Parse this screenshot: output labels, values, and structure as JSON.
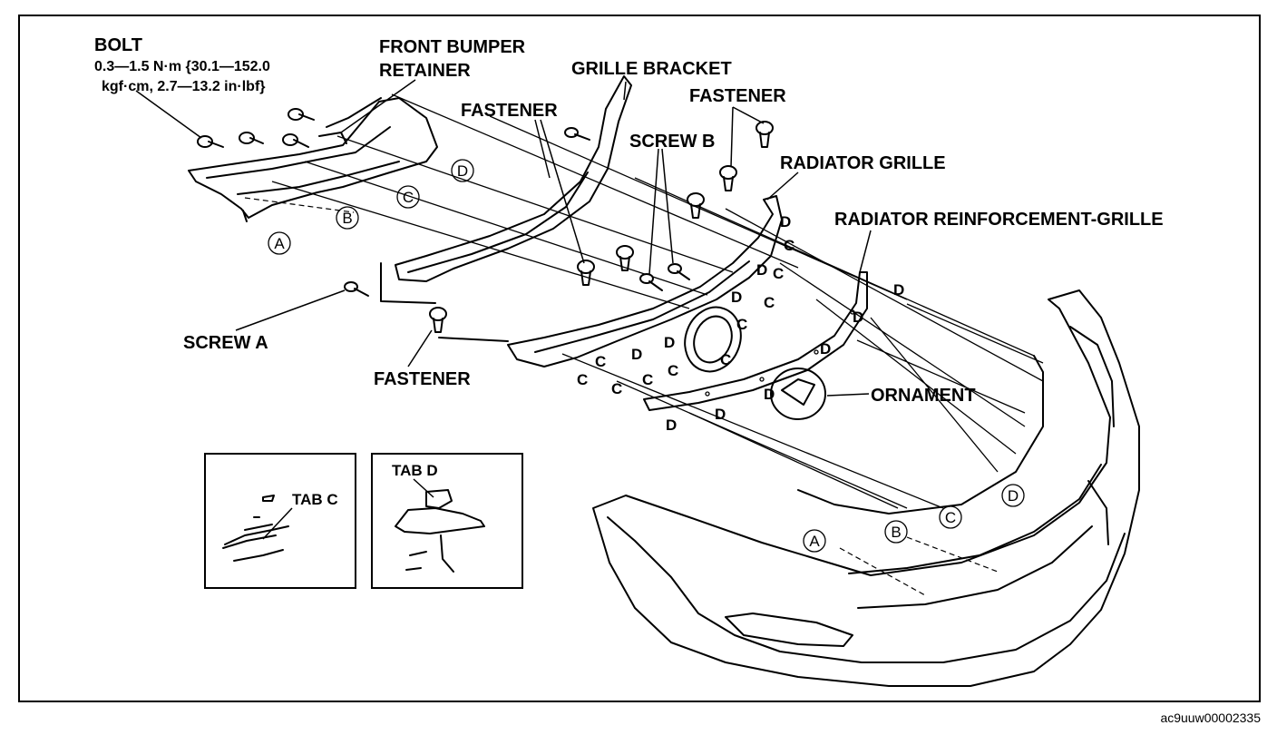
{
  "labels": {
    "bolt": "BOLT",
    "bolt_torque_1": "0.3—1.5 N·m {30.1—152.0",
    "bolt_torque_2": "kgf·cm, 2.7—13.2 in·lbf}",
    "front_bumper_retainer_1": "FRONT BUMPER",
    "front_bumper_retainer_2": "RETAINER",
    "grille_bracket": "GRILLE BRACKET",
    "fastener_center": "FASTENER",
    "fastener_top_right": "FASTENER",
    "fastener_bottom": "FASTENER",
    "screw_b": "SCREW B",
    "screw_a": "SCREW A",
    "radiator_grille": "RADIATOR GRILLE",
    "radiator_reinforcement_grille": "RADIATOR REINFORCEMENT-GRILLE",
    "ornament": "ORNAMENT",
    "tab_c": "TAB C",
    "tab_d": "TAB D"
  },
  "markers": {
    "a": "A",
    "b": "B",
    "c": "C",
    "d": "D"
  },
  "footer": {
    "figure_id": "ac9uuw00002335"
  }
}
